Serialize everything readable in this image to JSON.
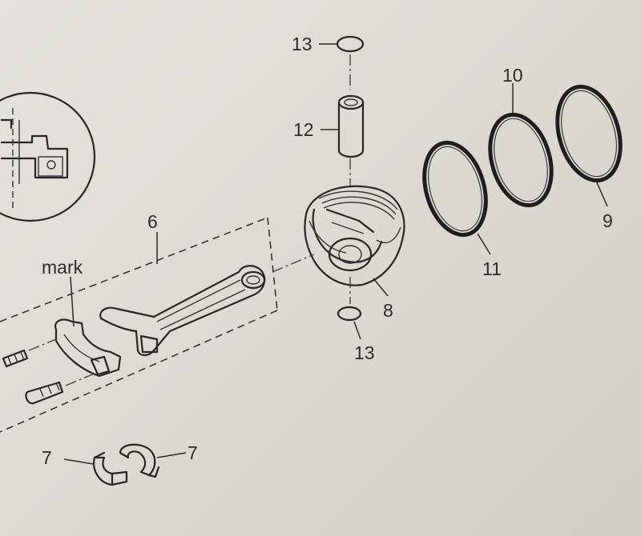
{
  "labels": {
    "snap_ring_top": "13",
    "piston_pin": "12",
    "ring_10": "10",
    "ring_9": "9",
    "ring_11": "11",
    "piston": "8",
    "snap_ring_bottom": "13",
    "connecting_rod_assembly": "6",
    "mark": "mark",
    "bearing_left": "7",
    "bearing_right": "7"
  }
}
